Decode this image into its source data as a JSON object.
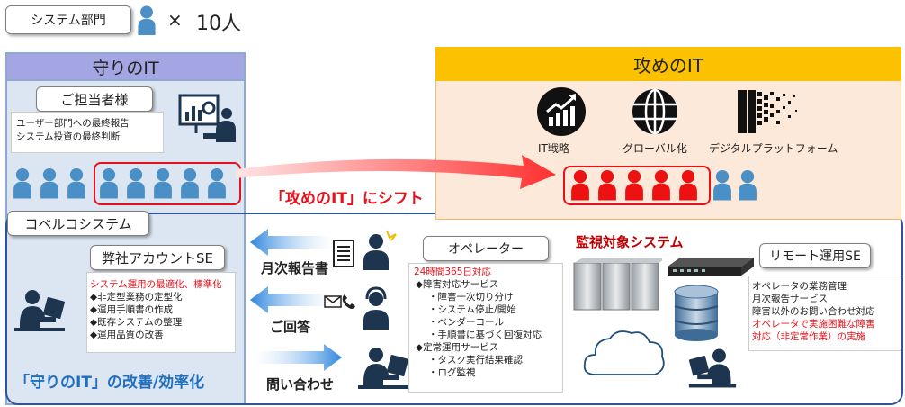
{
  "header": {
    "dept_label": "システム部門",
    "multiplier": "×",
    "count": "10人"
  },
  "left": {
    "title": "守りのIT",
    "client": {
      "label": "ご担当者様",
      "line1": "ユーザー部門への最終報告",
      "line2": "システム投資の最終判断"
    },
    "company_tab": "コベルコシステム",
    "account": {
      "label": "弊社アカウントSE",
      "headline": "システム運用の最適化、標準化",
      "items": [
        "◆非定型業務の定型化",
        "◆運用手順書の作成",
        "◆既存システムの整理",
        "◆運用品質の改善"
      ]
    },
    "footer": "「守りのIT」の改善/効率化"
  },
  "right": {
    "title": "攻めのIT",
    "icons": [
      "IT戦略",
      "グローバル化",
      "デジタルプラットフォーム"
    ]
  },
  "shift_label": "「攻めのIT」にシフト",
  "arrows": {
    "report": "月次報告書",
    "answer": "ご回答",
    "inquiry": "問い合わせ"
  },
  "operator": {
    "label": "オペレーター",
    "lines": [
      "24時間365日対応",
      "◆障害対応サービス",
      "・障害一次切り分け",
      "・システム停止/開始",
      "・ベンダーコール",
      "・手順書に基づく回復対応",
      "◆定常運用サービス",
      "・タスク実行結果確認",
      "・ログ監視"
    ]
  },
  "monitor_title": "監視対象システム",
  "remote": {
    "label": "リモート運用SE",
    "lines": [
      "オペレータの業務管理",
      "月次報告サービス",
      "障害以外のお問い合わせ対応",
      "オペレータで実施困難な障害",
      "対応（非定常作業）の実施"
    ]
  },
  "colors": {
    "blue_person": "#4a8fc6",
    "red_person": "#ee1111",
    "left_bg": "#dce6f2",
    "left_header": "#a3a6e3",
    "right_bg": "#fde9d9",
    "right_header": "#fcc100",
    "accent_red": "#e8101a",
    "accent_blue": "#1f6fc0"
  }
}
